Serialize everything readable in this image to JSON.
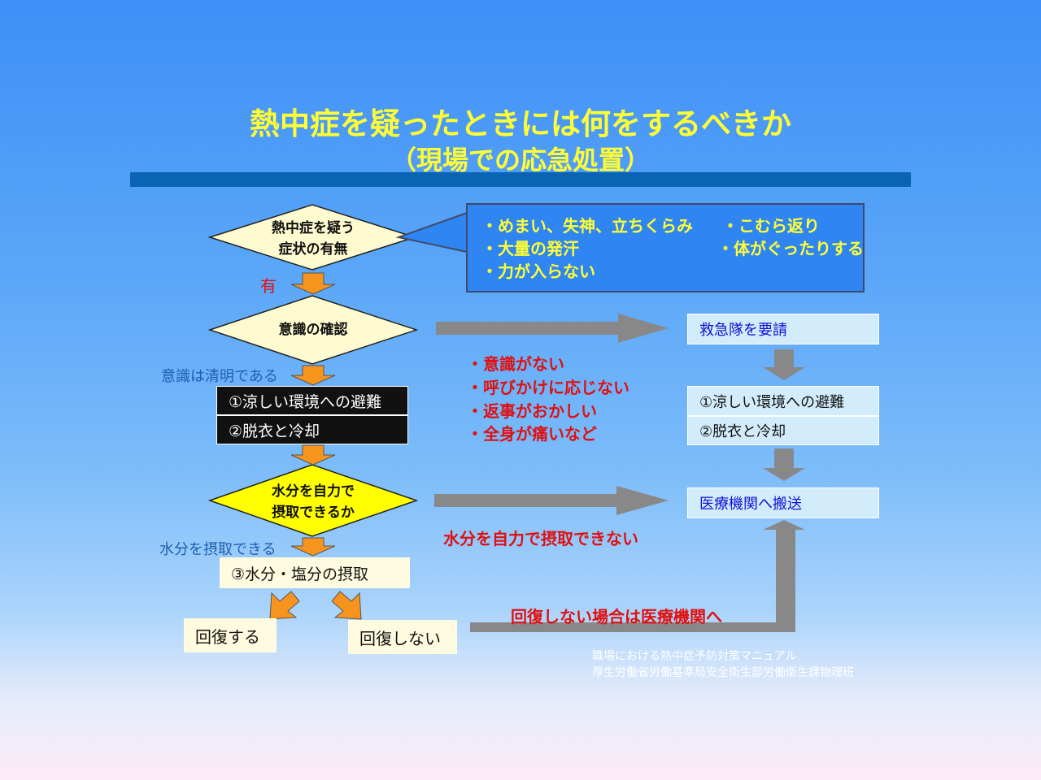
{
  "title": {
    "line1": "熱中症を疑ったときには何をするべきか",
    "line2": "（現場での応急処置）"
  },
  "decisions": {
    "symptoms": {
      "line1": "熱中症を疑う",
      "line2": "症状の有無"
    },
    "consciousness": {
      "label": "意識の確認"
    },
    "fluids": {
      "line1": "水分を自力で",
      "line2": "摂取できるか"
    }
  },
  "symptom_list": {
    "item1": "・めまい、失神、立ちくらみ",
    "item2": "・大量の発汗",
    "item3": "・力が入らない",
    "item4": "・こむら返り",
    "item5": "・体がぐったりする"
  },
  "conditions": {
    "yes": "有",
    "conscious_clear": "意識は清明である",
    "can_drink": "水分を摂取できる"
  },
  "left_steps": {
    "step1": "①涼しい環境への避難",
    "step2": "②脱衣と冷却",
    "step3": "③水分・塩分の摂取"
  },
  "outcomes": {
    "recover": "回復する",
    "not_recover": "回復しない"
  },
  "unconscious_signs": {
    "sign1": "・意識がない",
    "sign2": "・呼びかけに応じない",
    "sign3": "・返事がおかしい",
    "sign4": "・全身が痛いなど"
  },
  "cannot_drink": "水分を自力で摂取できない",
  "not_recover_note": "回復しない場合は医療機関へ",
  "right_steps": {
    "call_ambulance": "救急隊を要請",
    "step1": "①涼しい環境への避難",
    "step2": "②脱衣と冷却",
    "transport": "医療機関へ搬送"
  },
  "credit": {
    "line1": "職場における熱中症予防対策マニュアル",
    "line2": "厚生労働省労働基準局安全衛生部労働衛生課物理班"
  }
}
